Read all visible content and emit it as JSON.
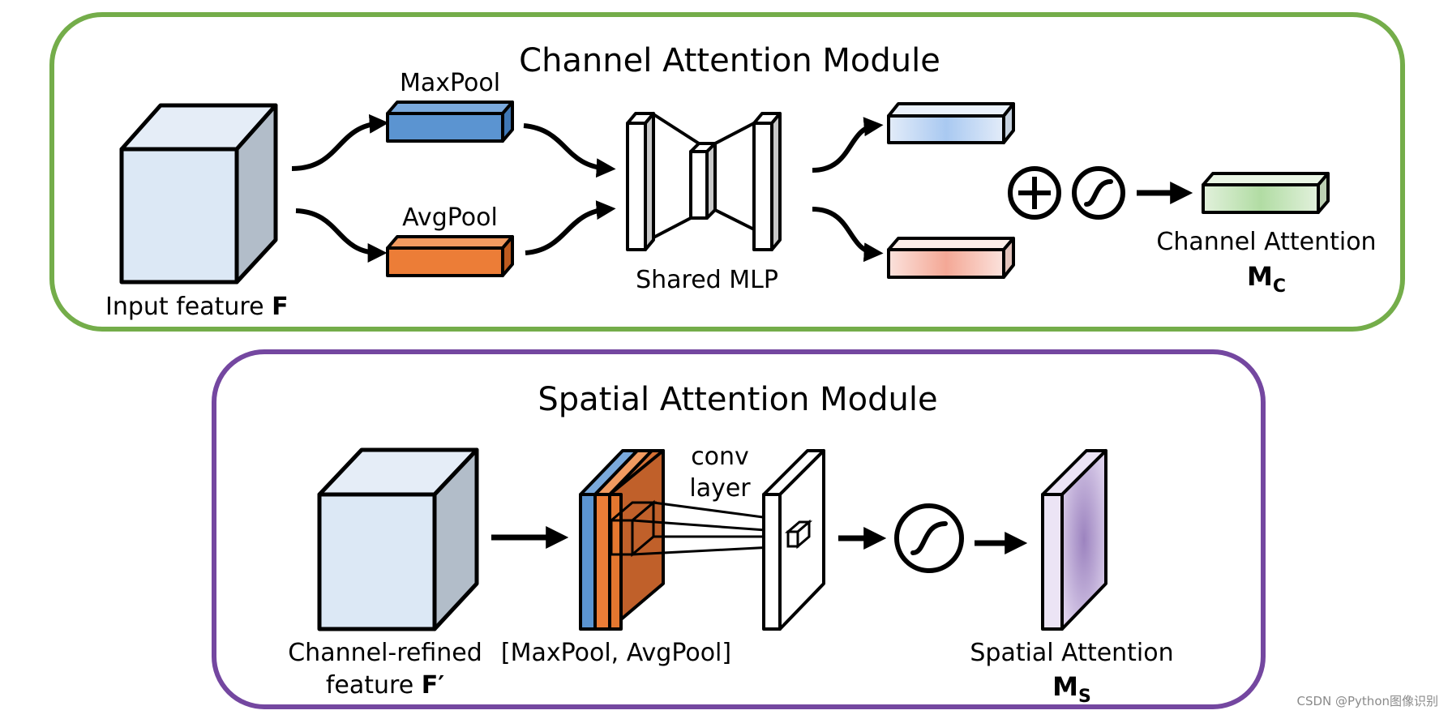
{
  "channel_module": {
    "title": "Channel Attention Module",
    "input_label": "Input feature ",
    "input_symbol": "F",
    "maxpool_label": "MaxPool",
    "avgpool_label": "AvgPool",
    "mlp_label": "Shared MLP",
    "output_label": "Channel Attention",
    "output_symbol": "M",
    "output_subscript": "C",
    "add_symbol": "+",
    "border_color": "#74ad4a"
  },
  "spatial_module": {
    "title": "Spatial Attention Module",
    "input_label_line1": "Channel-refined",
    "input_label_line2": "feature ",
    "input_symbol": "F′",
    "pool_label": "[MaxPool, AvgPool]",
    "conv_label_line1": "conv",
    "conv_label_line2": "layer",
    "output_label": "Spatial Attention",
    "output_symbol": "M",
    "output_subscript": "S",
    "border_color": "#7447a0"
  },
  "colors": {
    "cube_front": "#dce8f5",
    "cube_side": "#b2bdc9",
    "maxpool_blue": "#5b94d1",
    "avgpool_orange": "#ec7d37",
    "avgpool_dark": "#c0602a"
  },
  "watermark": "CSDN @Python图像识别"
}
